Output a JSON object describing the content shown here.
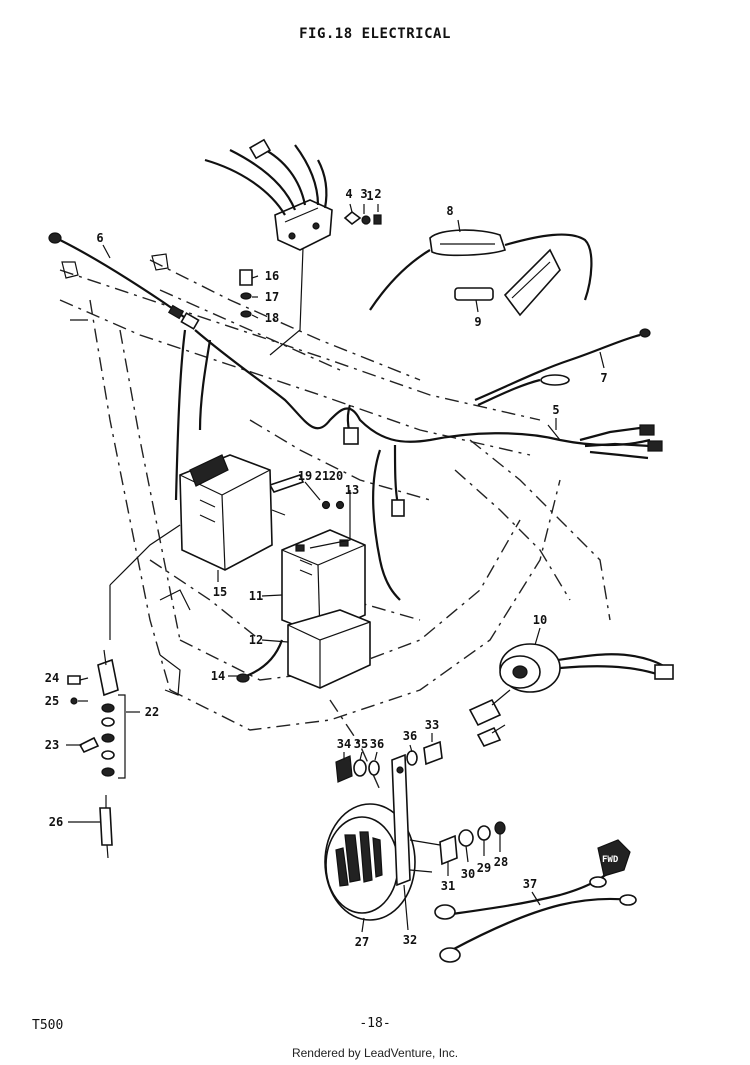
{
  "header": {
    "title": "FIG.18  ELECTRICAL"
  },
  "footer": {
    "model": "T500",
    "page": "-18-",
    "rendered_by": "Rendered by LeadVenture, Inc."
  },
  "callouts": [
    {
      "id": "c1",
      "text": "1"
    },
    {
      "id": "c2",
      "text": "2"
    },
    {
      "id": "c3",
      "text": "3"
    },
    {
      "id": "c4",
      "text": "4"
    },
    {
      "id": "c5",
      "text": "5"
    },
    {
      "id": "c6",
      "text": "6"
    },
    {
      "id": "c7",
      "text": "7"
    },
    {
      "id": "c8",
      "text": "8"
    },
    {
      "id": "c9",
      "text": "9"
    },
    {
      "id": "c10",
      "text": "10"
    },
    {
      "id": "c11",
      "text": "11"
    },
    {
      "id": "c12",
      "text": "12"
    },
    {
      "id": "c13",
      "text": "13"
    },
    {
      "id": "c14",
      "text": "14"
    },
    {
      "id": "c15",
      "text": "15"
    },
    {
      "id": "c16",
      "text": "16"
    },
    {
      "id": "c17",
      "text": "17"
    },
    {
      "id": "c18",
      "text": "18"
    },
    {
      "id": "c19",
      "text": "19"
    },
    {
      "id": "c20",
      "text": "20"
    },
    {
      "id": "c21",
      "text": "21"
    },
    {
      "id": "c22",
      "text": "22"
    },
    {
      "id": "c23",
      "text": "23"
    },
    {
      "id": "c24",
      "text": "24"
    },
    {
      "id": "c25",
      "text": "25"
    },
    {
      "id": "c26",
      "text": "26"
    },
    {
      "id": "c27",
      "text": "27"
    },
    {
      "id": "c28",
      "text": "28"
    },
    {
      "id": "c29",
      "text": "29"
    },
    {
      "id": "c30",
      "text": "30"
    },
    {
      "id": "c31",
      "text": "31"
    },
    {
      "id": "c32",
      "text": "32"
    },
    {
      "id": "c33",
      "text": "33"
    },
    {
      "id": "c34",
      "text": "34"
    },
    {
      "id": "c35",
      "text": "35"
    },
    {
      "id": "c36a",
      "text": "36"
    },
    {
      "id": "c36b",
      "text": "36"
    },
    {
      "id": "c37",
      "text": "37"
    }
  ],
  "fwd_label": "FWD"
}
